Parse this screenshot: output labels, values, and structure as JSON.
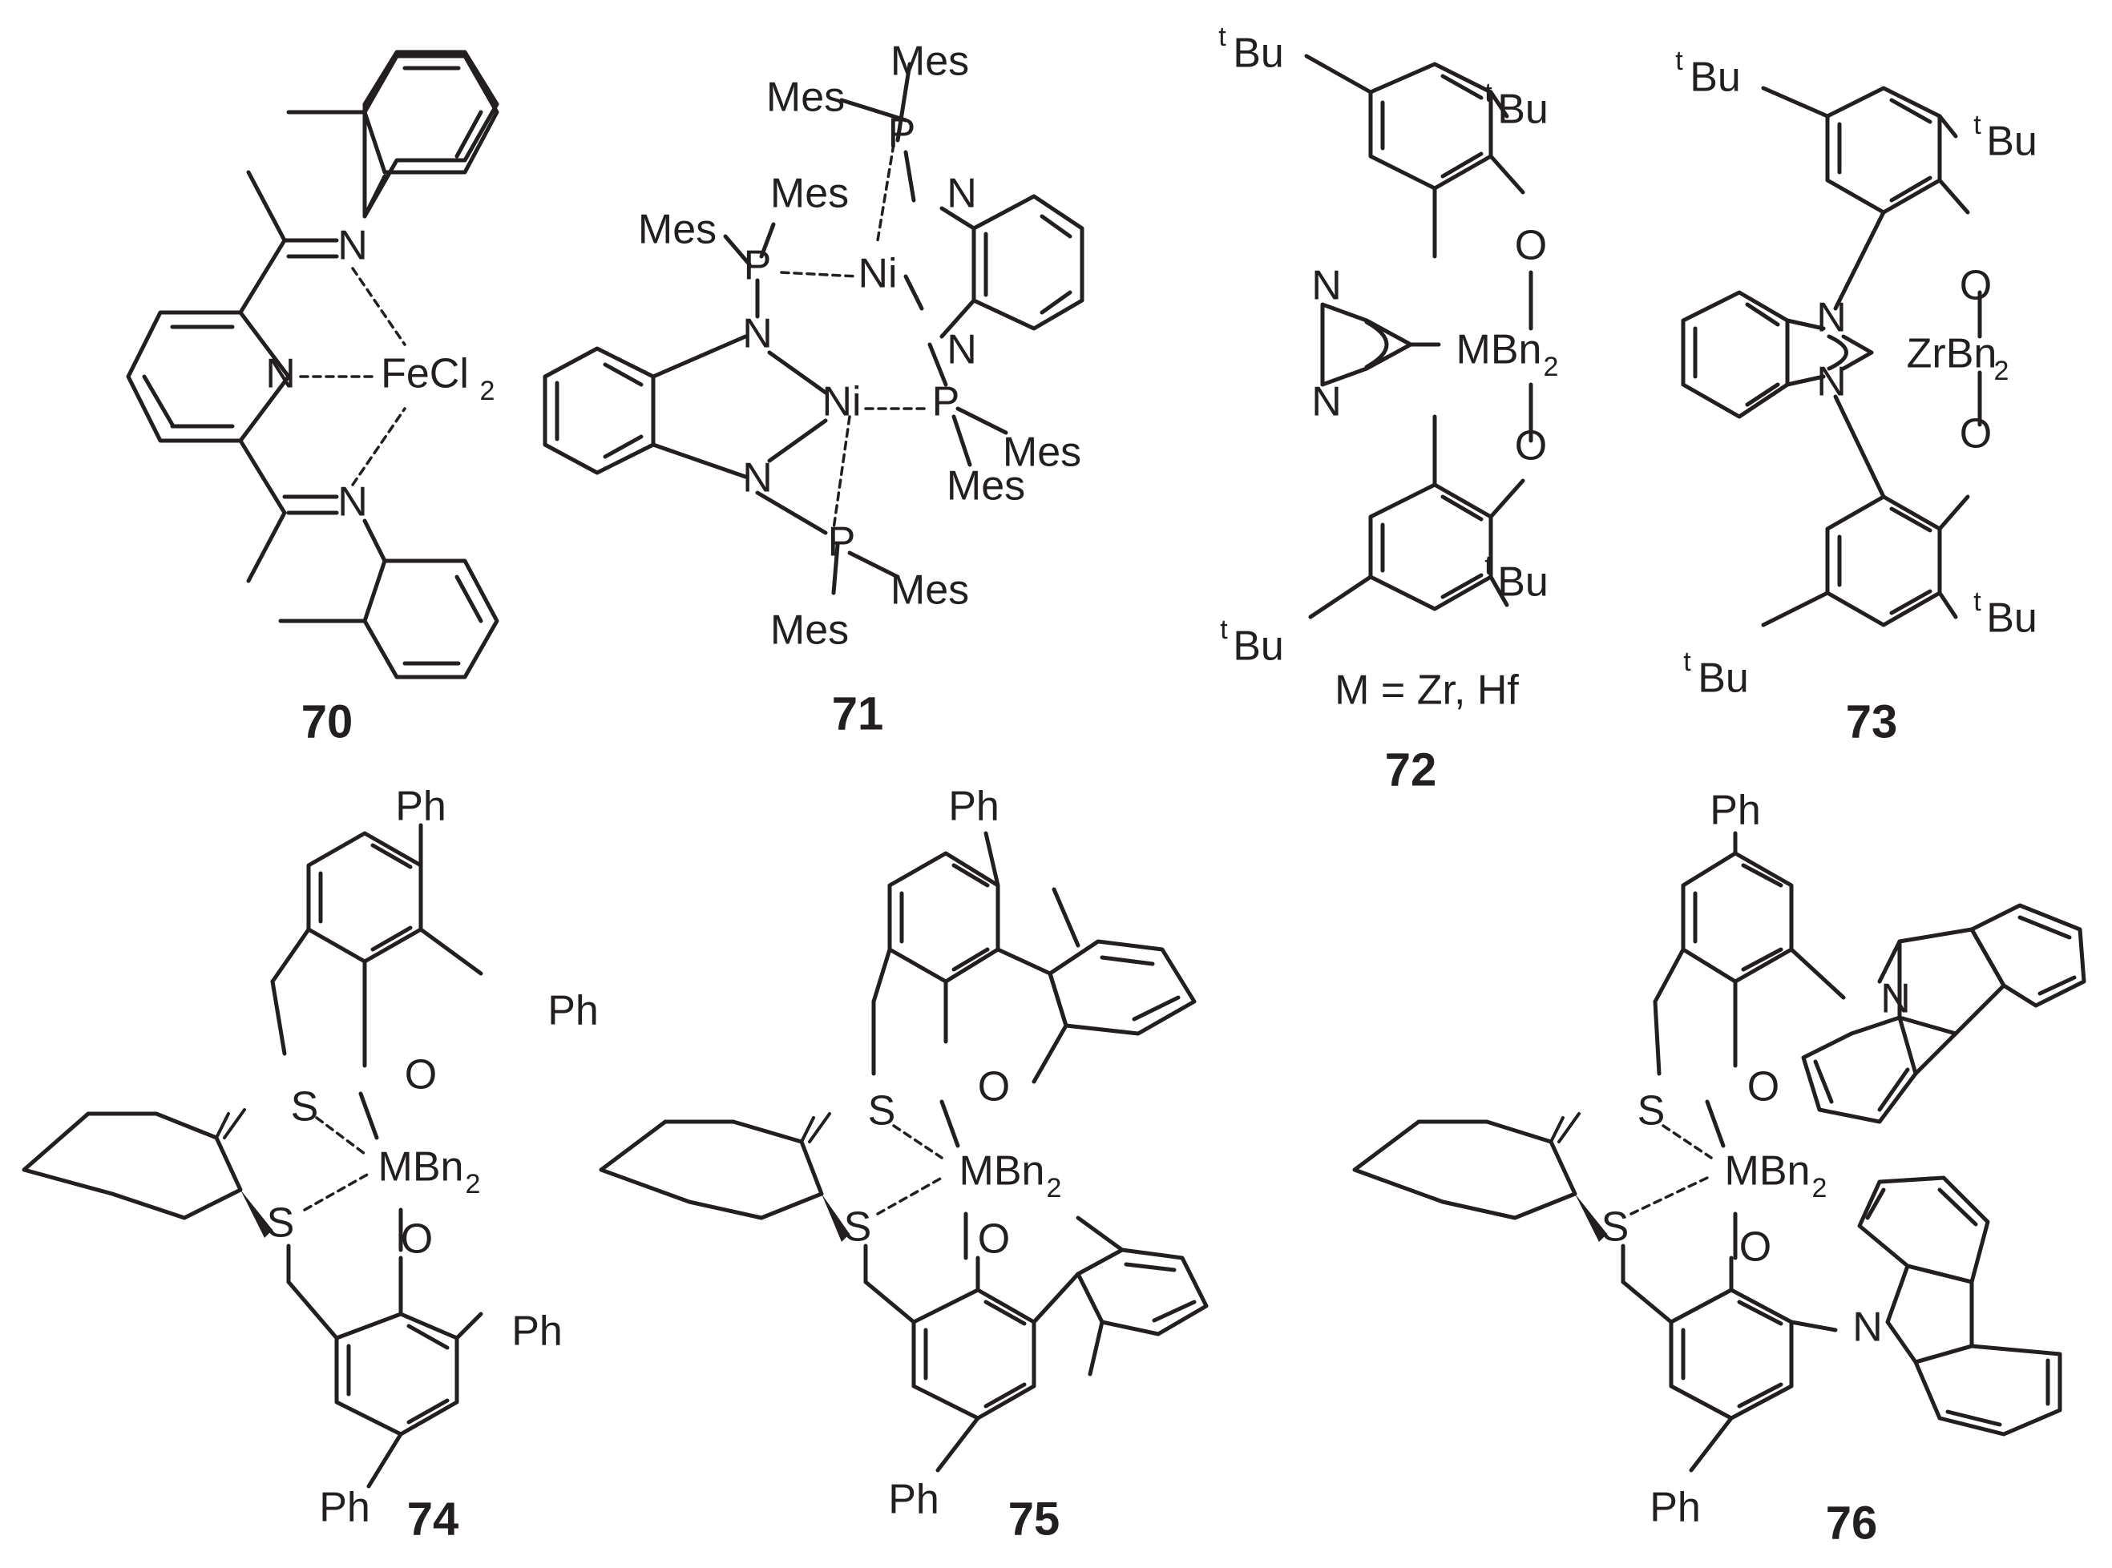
{
  "compounds": [
    {
      "number": "70",
      "metal_label": "FeCl",
      "metal_sub": "2"
    },
    {
      "number": "71",
      "metal_label": "Ni",
      "substituent": "Mes"
    },
    {
      "number": "72",
      "metal_label": "MBn",
      "metal_sub": "2",
      "note": "M = Zr, Hf"
    },
    {
      "number": "73",
      "metal_label": "ZrBn",
      "metal_sub": "2"
    },
    {
      "number": "74",
      "metal_label": "MBn",
      "metal_sub": "2",
      "substituent": "Ph"
    },
    {
      "number": "75",
      "metal_label": "MBn",
      "metal_sub": "2",
      "substituent": "Ph"
    },
    {
      "number": "76",
      "metal_label": "MBn",
      "metal_sub": "2",
      "substituent": "Ph"
    }
  ],
  "atoms": {
    "N": "N",
    "O": "O",
    "S": "S",
    "P": "P",
    "Ni": "Ni"
  },
  "tbu": {
    "sup": "t",
    "main": "Bu"
  }
}
